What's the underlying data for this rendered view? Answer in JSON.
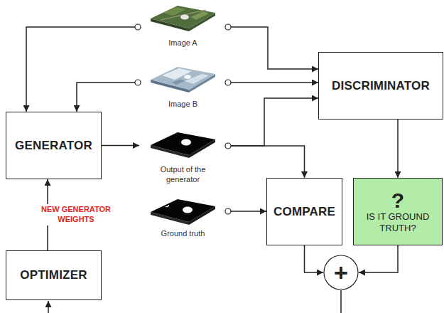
{
  "diagram": {
    "nodes": [
      {
        "text": [
          "Image A"
        ]
      },
      {
        "text": [
          "DISCRIMINATOR"
        ]
      },
      {
        "text": [
          "Image B"
        ]
      },
      {
        "text": [
          "GENERATOR"
        ]
      },
      {
        "text": [
          "Output of the generator"
        ]
      },
      {
        "text": [
          "Ground truth"
        ]
      },
      {
        "text": [
          "COMPARE"
        ]
      },
      {
        "text": [
          "?",
          "IS IT GROUND TRUTH?"
        ]
      },
      {
        "text": [
          "+"
        ]
      },
      {
        "text": [
          "OPTIMIZER"
        ]
      }
    ],
    "edges": [
      {
        "from": 0,
        "to": 3,
        "arrow": "to"
      },
      {
        "from": 0,
        "to": 1,
        "arrow": "to"
      },
      {
        "from": 2,
        "to": 3,
        "arrow": "to"
      },
      {
        "from": 2,
        "to": 1,
        "arrow": "to"
      },
      {
        "from": 3,
        "to": 4,
        "arrow": "to"
      },
      {
        "from": 4,
        "to": 1,
        "arrow": "to"
      },
      {
        "from": 4,
        "to": 6,
        "arrow": "to"
      },
      {
        "from": 5,
        "to": 6,
        "arrow": "to"
      },
      {
        "from": 1,
        "to": 7,
        "arrow": "to"
      },
      {
        "from": 6,
        "to": 8,
        "arrow": "to"
      },
      {
        "from": 7,
        "to": 8,
        "arrow": "to"
      },
      {
        "from": 9,
        "to": 3,
        "label": "NEW GENERATOR WEIGHTS",
        "arrow": "to"
      }
    ]
  }
}
